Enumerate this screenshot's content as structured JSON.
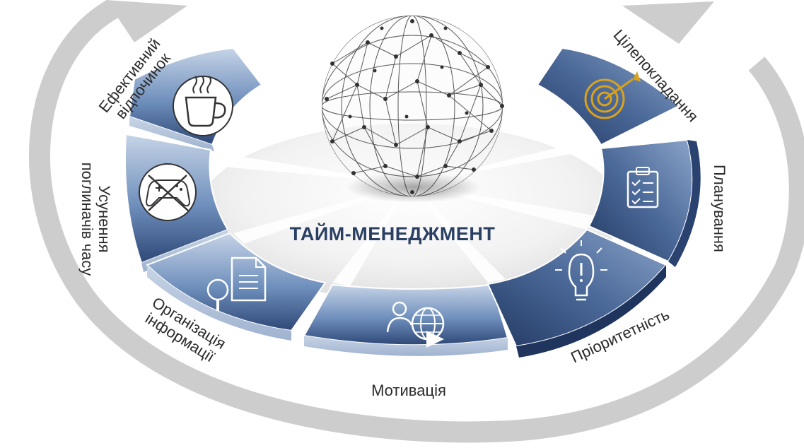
{
  "diagram": {
    "center_title": "ТАЙМ-МЕНЕДЖМЕНТ",
    "segments": [
      {
        "id": "rest",
        "lines": [
          "Ефективний",
          "відпочинок"
        ],
        "icon": "coffee-cup-icon"
      },
      {
        "id": "eliminate",
        "lines": [
          "Усунення",
          "поглиначів часу"
        ],
        "icon": "crossed-gamepad-icon"
      },
      {
        "id": "organize",
        "lines": [
          "Організація",
          "інформації"
        ],
        "icon": "document-magnifier-icon"
      },
      {
        "id": "motivation",
        "lines": [
          "Мотивація"
        ],
        "icon": "person-globe-icon"
      },
      {
        "id": "priority",
        "lines": [
          "Пріоритетність"
        ],
        "icon": "lightbulb-icon"
      },
      {
        "id": "planning",
        "lines": [
          "Планування"
        ],
        "icon": "clipboard-checklist-icon"
      },
      {
        "id": "goals",
        "lines": [
          "Цілепокладання"
        ],
        "icon": "target-arrow-icon"
      }
    ],
    "colors": {
      "segment_light": "#b9c9df",
      "segment_dark": "#2f4a7a",
      "arrow": "#c8c8c8",
      "title": "#2a3f63",
      "target": "#d9a21b"
    }
  }
}
